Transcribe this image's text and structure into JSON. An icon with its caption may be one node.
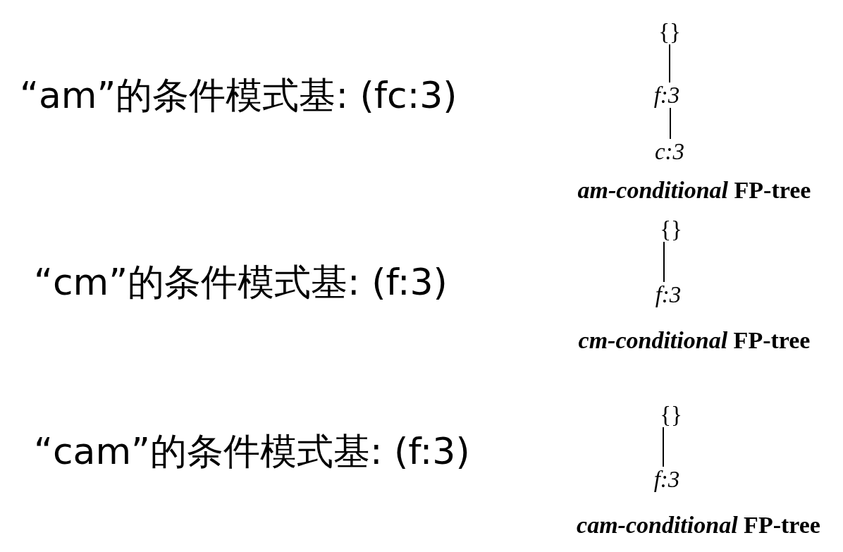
{
  "diagram": {
    "nodes": [
      {
        "text": [
          "{}"
        ]
      },
      {
        "text": [
          "f:3"
        ]
      },
      {
        "text": [
          "c:3"
        ]
      },
      {
        "text": [
          "{}"
        ]
      },
      {
        "text": [
          "f:3"
        ]
      },
      {
        "text": [
          "{}"
        ]
      },
      {
        "text": [
          "f:3"
        ]
      }
    ],
    "edges": [
      {
        "from": 0,
        "to": 1,
        "arrow": "none"
      },
      {
        "from": 1,
        "to": 2,
        "arrow": "none"
      },
      {
        "from": 3,
        "to": 4,
        "arrow": "none"
      },
      {
        "from": 5,
        "to": 6,
        "arrow": "none"
      }
    ],
    "labels": [
      "“am”的条件模式基: (fc:3)",
      "*am-conditional* FP-tree",
      "“cm”的条件模式基: (f:3)",
      "*cm-conditional* FP-tree",
      "“cam”的条件模式基: (f:3)",
      "*cam-conditional* FP-tree"
    ]
  }
}
